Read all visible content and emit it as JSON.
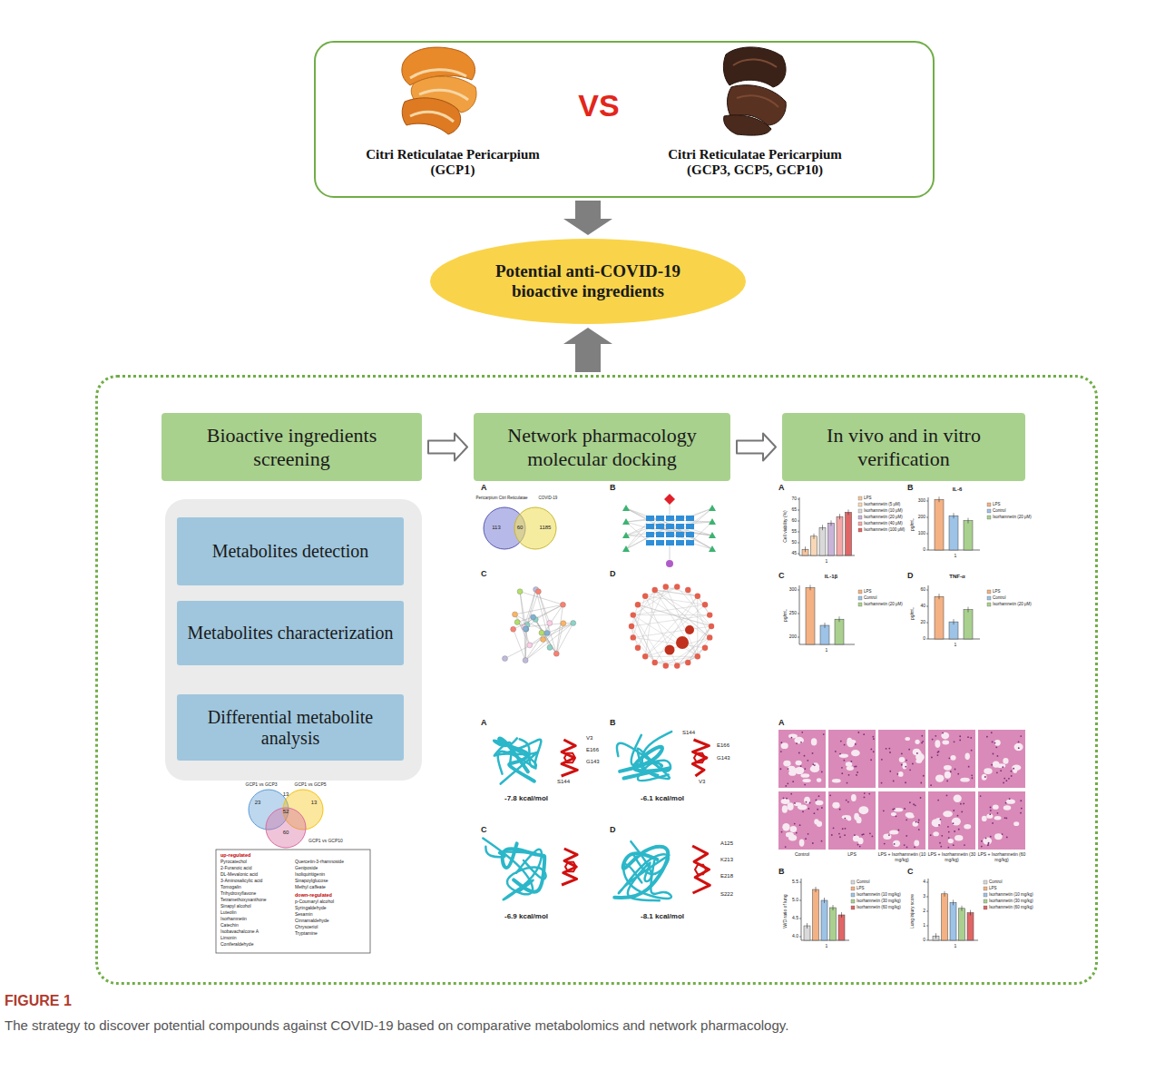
{
  "diagram": {
    "caption": "The strategy to discover potential compounds against COVID-19 based on comparative metabolomics and network pharmacology.",
    "nodes": [
      {
        "text": [
          "Citri Reticulatae Pericarpium (GCP1)",
          "VS",
          "Citri Reticulatae Pericarpium (GCP3, GCP5, GCP10)"
        ]
      },
      {
        "text": [
          "Potential anti-COVID-19 bioactive ingredients"
        ]
      },
      {
        "text": []
      },
      {
        "text": [
          "Bioactive ingredients screening"
        ],
        "in": 2
      },
      {
        "text": [
          "Network pharmacology molecular docking"
        ],
        "in": 2
      },
      {
        "text": [
          "In vivo and in vitro verification"
        ],
        "in": 2
      },
      {
        "text": [],
        "in": 2
      },
      {
        "text": [
          "Metabolites detection"
        ],
        "in": 6
      },
      {
        "text": [
          "Metabolites characterization"
        ],
        "in": 6
      },
      {
        "text": [
          "Differential metabolite analysis"
        ],
        "in": 6
      }
    ],
    "edges": [
      {
        "from": 0,
        "to": 1,
        "arrow": "to"
      },
      {
        "from": 2,
        "to": 1,
        "arrow": "to"
      },
      {
        "from": 3,
        "to": 4,
        "arrow": "to"
      },
      {
        "from": 4,
        "to": 5,
        "arrow": "to"
      },
      {
        "from": 7,
        "to": 8,
        "arrow": "to"
      },
      {
        "from": 8,
        "to": 9,
        "arrow": "to"
      }
    ],
    "labels": [
      "A",
      "B",
      "C",
      "D",
      "Pericarpium Citri Reticulatae",
      "COVID-19",
      "113",
      "60",
      "1185",
      "A",
      "B",
      "C",
      "D",
      "-7.8 kcal/mol",
      "-6.1 kcal/mol",
      "-6.9 kcal/mol",
      "-8.1 kcal/mol",
      "V3",
      "E166",
      "G143",
      "S144",
      "S144",
      "E166",
      "G143",
      "V3",
      "A125",
      "E218",
      "K213",
      "S222",
      "A",
      "B",
      "C",
      "D",
      "Cell viability (%)",
      "70",
      "65",
      "60",
      "55",
      "50",
      "45",
      "1",
      "LPS",
      "Isorhamnetin (5 μM)",
      "Isorhamnetin (10 μM)",
      "Isorhamnetin (20 μM)",
      "Isorhamnetin (40 μM)",
      "Isorhamnetin (100 μM)",
      "IL-6",
      "pg/mL",
      "300",
      "200",
      "100",
      "0",
      "1",
      "LPS",
      "Control",
      "Isorhamnetin (20 μM)",
      "IL-1β",
      "pg/mL",
      "300",
      "250",
      "200",
      "1",
      "LPS",
      "Control",
      "Isorhamnetin (20 μM)",
      "TNF-α",
      "pg/mL",
      "60",
      "40",
      "20",
      "0",
      "1",
      "LPS",
      "Control",
      "Isorhamnetin (20 μM)",
      "A",
      "Control",
      "LPS",
      "LPS + Isorhamnetin (10 mg/kg)",
      "LPS + Isorhamnetin (30 mg/kg)",
      "LPS + Isorhamnetin (60 mg/kg)",
      "B",
      "W/D ratio of lung",
      "5.5",
      "5.0",
      "4.5",
      "4.0",
      "1",
      "Control",
      "LPS",
      "Isorhamnetin (10 mg/kg)",
      "Isorhamnetin (30 mg/kg)",
      "Isorhamnetin (60 mg/kg)",
      "C",
      "Lung injury score",
      "4",
      "3",
      "2",
      "1",
      "0",
      "1",
      "Control",
      "LPS",
      "Isorhamnetin (10 mg/kg)",
      "Isorhamnetin (30 mg/kg)",
      "Isorhamnetin (60 mg/kg)",
      "GCP1 vs GCP3",
      "GCP1 vs GCP5",
      "GCP1 vs GCP10",
      "23",
      "13",
      "13",
      "52",
      "60",
      "up-regulated",
      "Pyrocatechol",
      "2-Furanoic acid",
      "DL-Mevalonic acid",
      "3-Aminosalicylic acid",
      "Tomogalin",
      "Trihydroxyflavone",
      "Tetramethoxyxanthone",
      "Sinapyl alcohol",
      "Luteolin",
      "Isorhamnetin",
      "Catechin",
      "Isobavachalcone A",
      "Limonin",
      "Coniferaldehyde",
      "Quercetin-3-rhamnoside",
      "Geniposide",
      "Isoliquiritigenin",
      "Sinapoylglucose",
      "Methyl caffeate",
      "down-regulated",
      "p-Coumaryl alcohol",
      "Syringaldehyde",
      "Sesamin",
      "Cinnamaldehyde",
      "Chrysoeriol",
      "Tryptamine",
      "FIGURE 1"
    ]
  }
}
